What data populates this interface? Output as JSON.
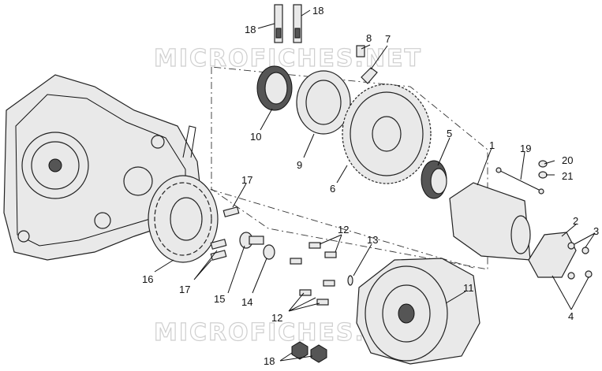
{
  "watermark": {
    "text": "MICROFICHES.NET"
  },
  "callouts": {
    "c1": "1",
    "c2": "2",
    "c3": "3",
    "c4": "4",
    "c5": "5",
    "c6": "6",
    "c7": "7",
    "c8": "8",
    "c9": "9",
    "c10": "10",
    "c11": "11",
    "c12a": "12",
    "c12b": "12",
    "c13": "13",
    "c14": "14",
    "c15": "15",
    "c16": "16",
    "c17a": "17",
    "c17b": "17",
    "c18a": "18",
    "c18b": "18",
    "c18c": "18",
    "c19": "19",
    "c20": "20",
    "c21": "21"
  }
}
